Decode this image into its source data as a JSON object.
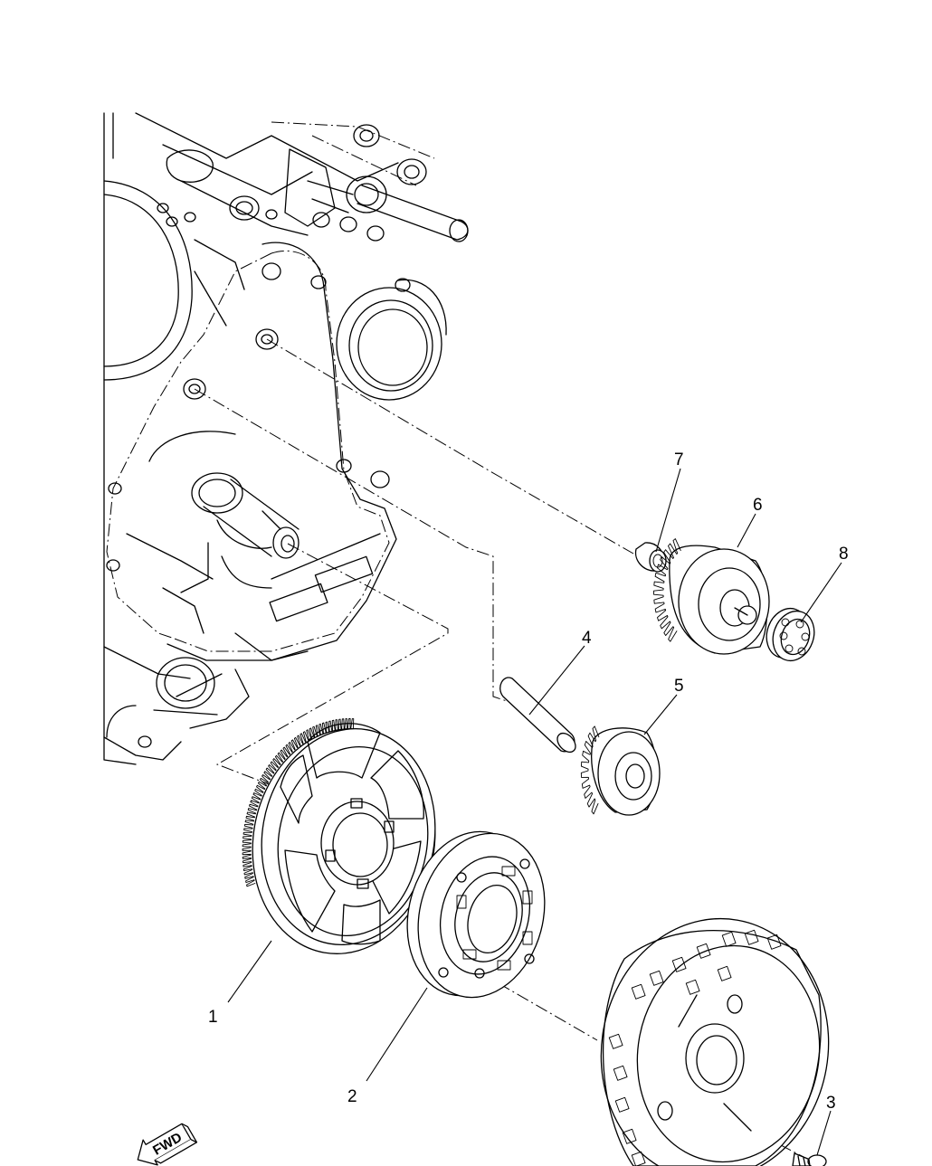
{
  "diagram": {
    "callouts": [
      {
        "id": "1",
        "label": "1"
      },
      {
        "id": "2",
        "label": "2"
      },
      {
        "id": "3",
        "label": "3"
      },
      {
        "id": "4",
        "label": "4"
      },
      {
        "id": "5",
        "label": "5"
      },
      {
        "id": "6",
        "label": "6"
      },
      {
        "id": "7",
        "label": "7"
      },
      {
        "id": "8",
        "label": "8"
      }
    ],
    "direction_marker": {
      "label": "FWD"
    },
    "colors": {
      "line": "#000000",
      "background": "#ffffff"
    }
  }
}
